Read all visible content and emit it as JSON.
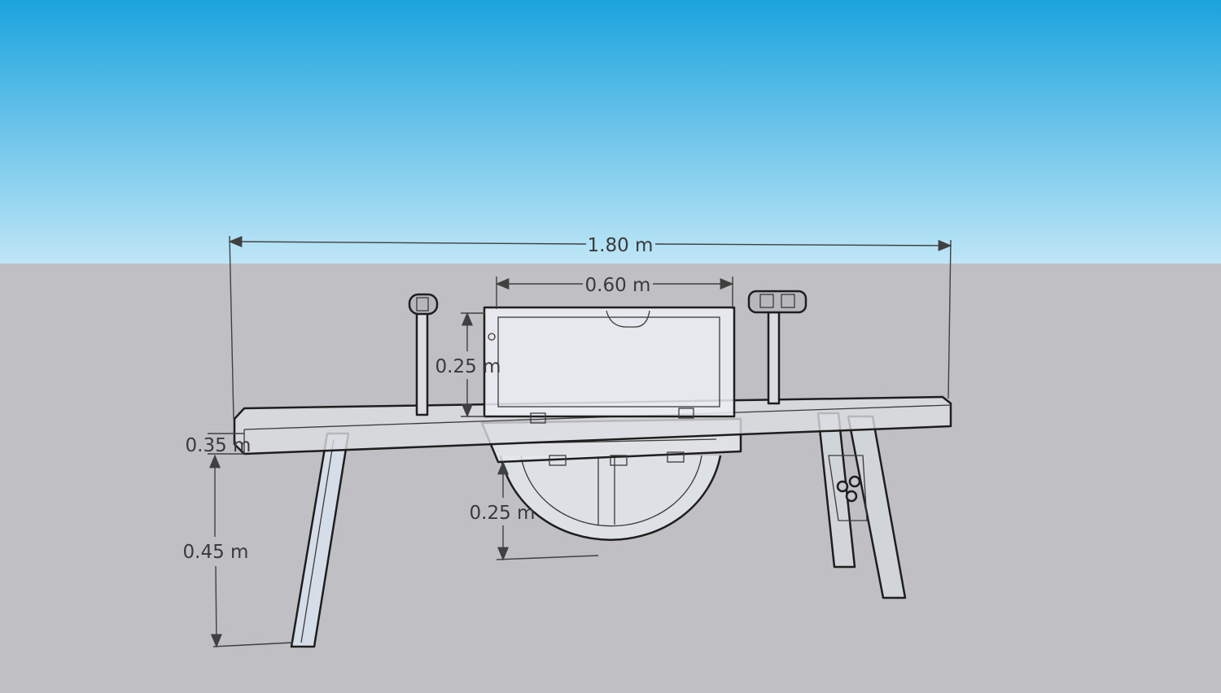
{
  "dimensions": {
    "overall_length": "1.80 m",
    "box_width": "0.60 m",
    "box_height": "0.25 m",
    "board_thickness": "0.35 m",
    "leg_height": "0.45 m",
    "wheel_depth": "0.25 m"
  },
  "colors": {
    "sky_top": "#1aa3dd",
    "sky_horizon": "#bfe6f6",
    "ground": "#c0c0c4",
    "model_fill": "#e6e8ee",
    "edge": "#1e1e1e"
  }
}
